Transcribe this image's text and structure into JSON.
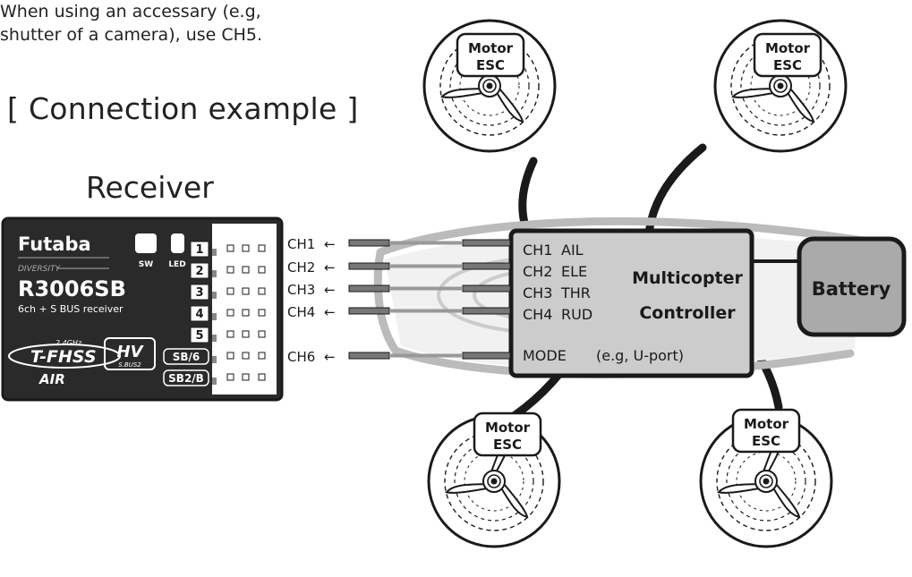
{
  "title": "[ Connection example ]",
  "subtitle": "Receiver",
  "receiver": {
    "brand": "Futaba",
    "diversity": "DIVERSITY",
    "model": "R3006SB",
    "description": "6ch + S BUS receiver",
    "sw_label": "SW",
    "led_label": "LED",
    "freq": "2.4GHz",
    "protocol": "T-FHSS",
    "air": "AIR",
    "hv": "HV",
    "sbus2": "S.BUS2",
    "ports": [
      "1",
      "2",
      "3",
      "4",
      "5",
      "SB/6",
      "SB2/B"
    ]
  },
  "channels": [
    "CH1",
    "CH2",
    "CH3",
    "CH4",
    "CH6"
  ],
  "arrow": "←",
  "controller": {
    "title_line1": "Multicopter",
    "title_line2": "Controller",
    "inputs": [
      {
        "ch": "CH1",
        "fn": "AIL"
      },
      {
        "ch": "CH2",
        "fn": "ELE"
      },
      {
        "ch": "CH3",
        "fn": "THR"
      },
      {
        "ch": "CH4",
        "fn": "RUD"
      }
    ],
    "mode_label": "MODE",
    "mode_note": "(e.g, U-port)"
  },
  "battery": "Battery",
  "motor_label_line1": "Motor",
  "motor_label_line2": "ESC",
  "note_lines": [
    "When using an accessary (e.g,",
    "shutter of a camera), use CH5."
  ]
}
